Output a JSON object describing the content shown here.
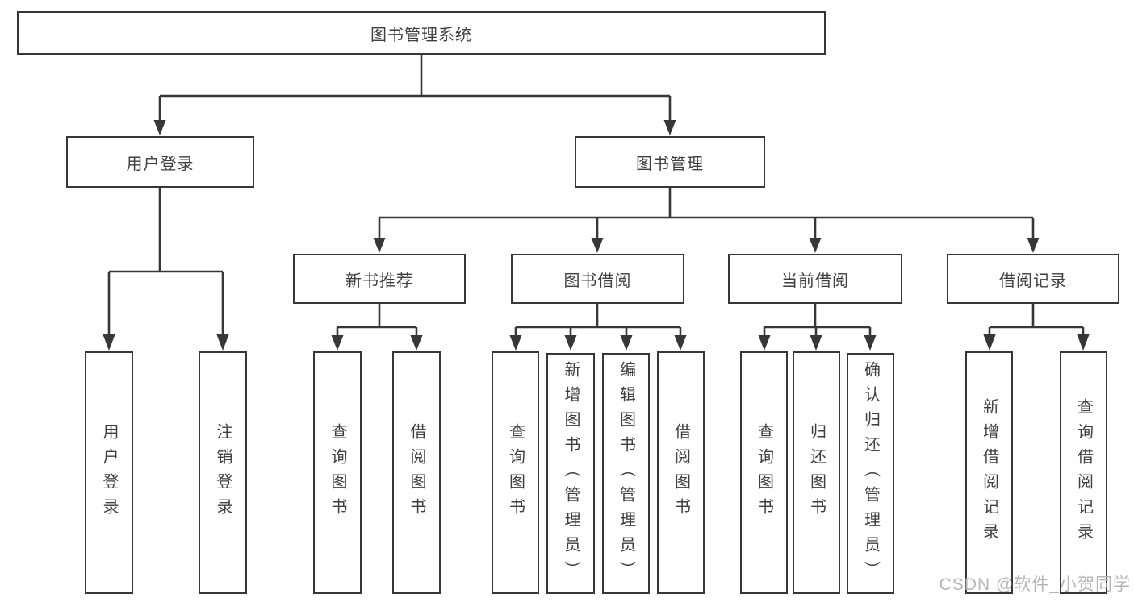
{
  "diagram": {
    "title": "图书管理系统",
    "branches": [
      {
        "label": "用户登录",
        "children": [
          {
            "label": "用户登录"
          },
          {
            "label": "注销登录"
          }
        ]
      },
      {
        "label": "图书管理",
        "children": [
          {
            "label": "新书推荐",
            "children": [
              {
                "label": "查询图书"
              },
              {
                "label": "借阅图书"
              }
            ]
          },
          {
            "label": "图书借阅",
            "children": [
              {
                "label": "查询图书"
              },
              {
                "label": "新增图书（管理员）"
              },
              {
                "label": "编辑图书（管理员）"
              },
              {
                "label": "借阅图书"
              }
            ]
          },
          {
            "label": "当前借阅",
            "children": [
              {
                "label": "查询图书"
              },
              {
                "label": "归还图书"
              },
              {
                "label": "确认归还（管理员）"
              }
            ]
          },
          {
            "label": "借阅记录",
            "children": [
              {
                "label": "新增借阅记录"
              },
              {
                "label": "查询借阅记录"
              }
            ]
          }
        ]
      }
    ]
  },
  "watermark": "CSDN @软件_小贺同学",
  "colors": {
    "line_color": "#373737",
    "text_color": "#3f3f3f",
    "watermark_color": "#b6b6b6",
    "bg_color": "#ffffff"
  }
}
